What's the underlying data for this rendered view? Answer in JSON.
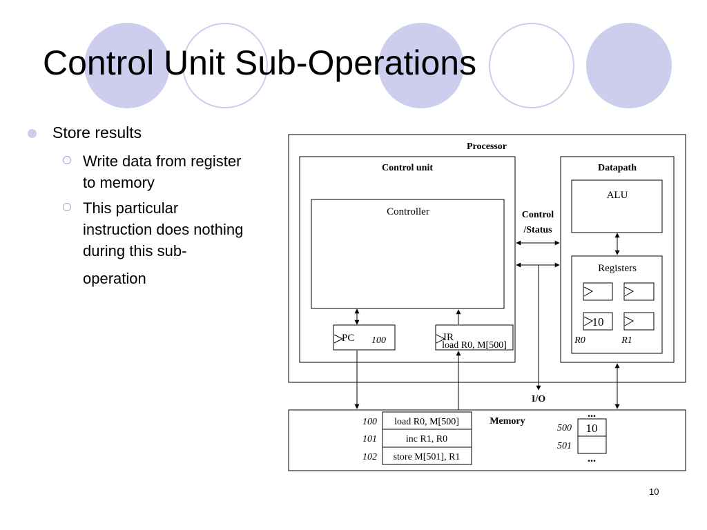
{
  "slide": {
    "title": "Control Unit Sub-Operations",
    "page_number": "10",
    "colors": {
      "circle_fill": "#cdcdee",
      "circle_outline": "#cdcdee",
      "bullet": "#cdcdee"
    }
  },
  "bullets": [
    {
      "text": "Store results",
      "sub": [
        {
          "lines": [
            "Write data from register",
            "to memory"
          ]
        },
        {
          "lines": [
            "This particular",
            "instruction does nothing",
            "during this sub-"
          ],
          "last": "operation"
        }
      ]
    }
  ],
  "diagram": {
    "processor": "Processor",
    "control_unit": "Control unit",
    "controller": "Controller",
    "datapath": "Datapath",
    "alu": "ALU",
    "registers": "Registers",
    "reg_r0_value": "10",
    "reg_r0": "R0",
    "reg_r1": "R1",
    "control_status_1": "Control",
    "control_status_2": "/Status",
    "pc": "PC",
    "pc_value": "100",
    "ir": "IR",
    "ir_value": "load R0, M[500]",
    "io": "I/O",
    "memory": "Memory",
    "program": [
      {
        "addr": "100",
        "instr": "load R0, M[500]"
      },
      {
        "addr": "101",
        "instr": "inc R1, R0"
      },
      {
        "addr": "102",
        "instr": "store M[501], R1"
      }
    ],
    "data": [
      {
        "addr": "500",
        "value": "10"
      },
      {
        "addr": "501",
        "value": ""
      }
    ],
    "ellipsis": "..."
  }
}
